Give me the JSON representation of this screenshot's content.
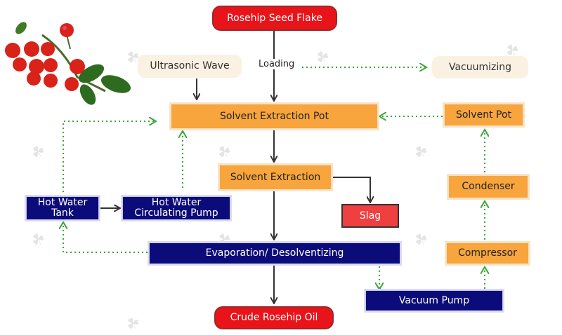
{
  "nodes": {
    "rosehip_seed_flake": "Rosehip Seed Flake",
    "ultrasonic_wave": "Ultrasonic Wave",
    "loading": "Loading",
    "vacuumizing": "Vacuumizing",
    "solvent_extraction_pot": "Solvent Extraction Pot",
    "solvent_pot": "Solvent Pot",
    "solvent_extraction": "Solvent Extraction",
    "condenser": "Condenser",
    "hot_water_tank": "Hot Water Tank",
    "hot_water_pump": "Hot Water Circulating Pump",
    "slag": "Slag",
    "compressor": "Compressor",
    "evaporation": "Evaporation/ Desolventizing",
    "vacuum_pump": "Vacuum Pump",
    "crude_oil": "Crude Rosehip Oil"
  },
  "colors": {
    "red": "#e8141a",
    "orange": "#f7a53c",
    "navy": "#0b0b7a",
    "dotted_green": "#3aa63a",
    "arrow": "#333333"
  }
}
